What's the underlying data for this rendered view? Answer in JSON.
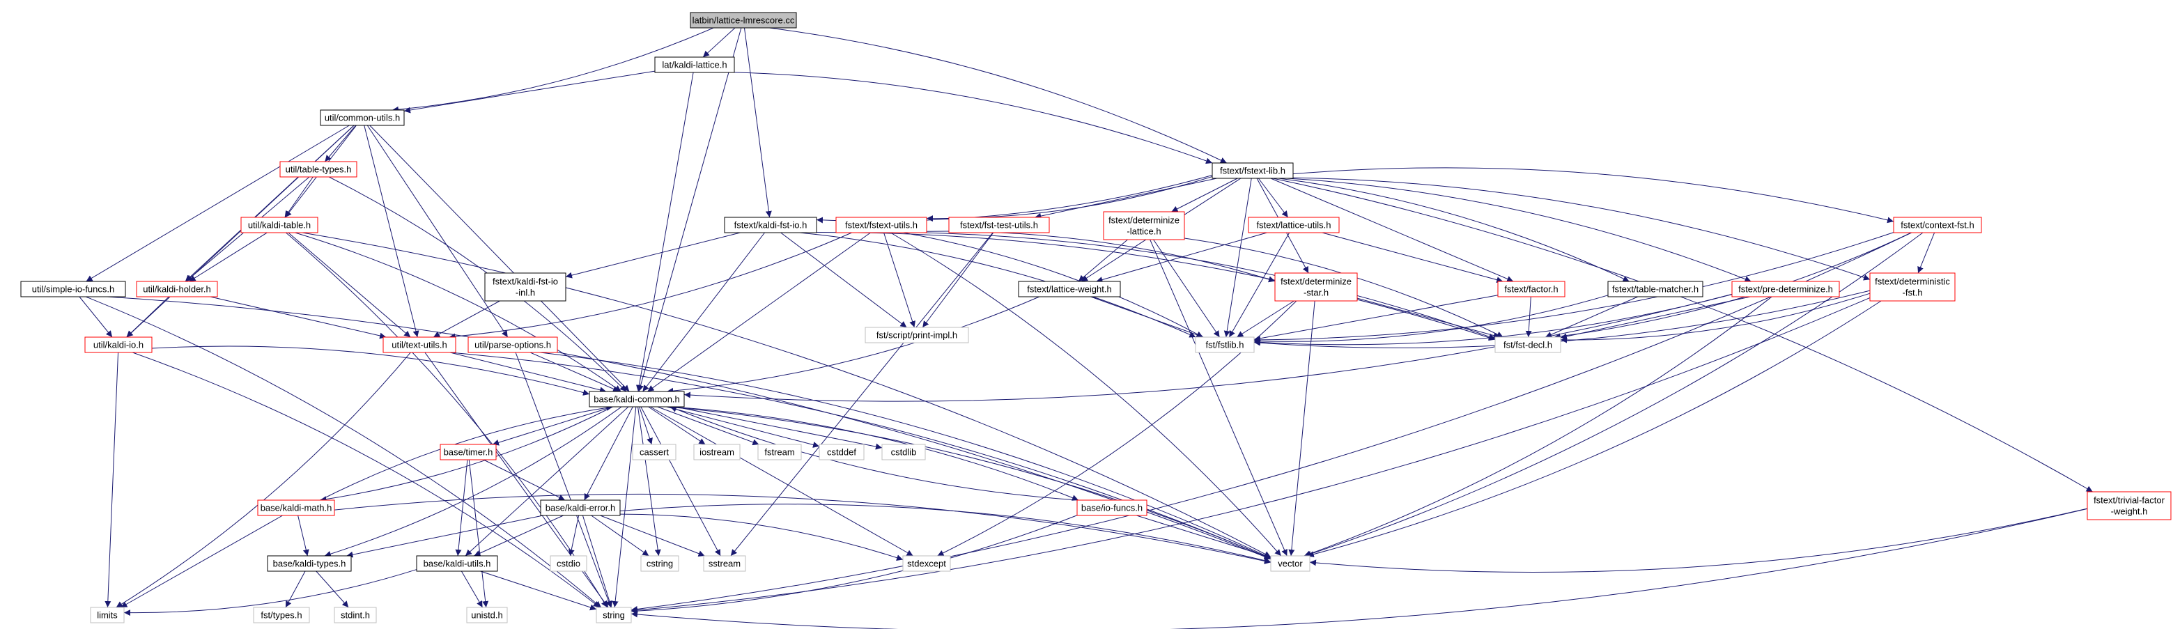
{
  "graph": {
    "nodes": [
      {
        "id": "root",
        "label": "latbin/lattice-lmrescore.cc",
        "style": "root"
      },
      {
        "id": "kaldi_lattice",
        "label": "lat/kaldi-lattice.h",
        "style": "black"
      },
      {
        "id": "common_utils",
        "label": "util/common-utils.h",
        "style": "black"
      },
      {
        "id": "fstext_lib",
        "label": "fstext/fstext-lib.h",
        "style": "black"
      },
      {
        "id": "table_types",
        "label": "util/table-types.h",
        "style": "red"
      },
      {
        "id": "kaldi_table",
        "label": "util/kaldi-table.h",
        "style": "red"
      },
      {
        "id": "kaldi_fst_io",
        "label": "fstext/kaldi-fst-io.h",
        "style": "black"
      },
      {
        "id": "fstext_utils",
        "label": "fstext/fstext-utils.h",
        "style": "red"
      },
      {
        "id": "fst_test_utils",
        "label": "fstext/fst-test-utils.h",
        "style": "red"
      },
      {
        "id": "determinize_lattice",
        "label": "fstext/determinize\n-lattice.h",
        "style": "red"
      },
      {
        "id": "lattice_utils",
        "label": "fstext/lattice-utils.h",
        "style": "red"
      },
      {
        "id": "context_fst",
        "label": "fstext/context-fst.h",
        "style": "red"
      },
      {
        "id": "simple_io",
        "label": "util/simple-io-funcs.h",
        "style": "black"
      },
      {
        "id": "kaldi_holder",
        "label": "util/kaldi-holder.h",
        "style": "red"
      },
      {
        "id": "kaldi_fst_io_inl",
        "label": "fstext/kaldi-fst-io\n-inl.h",
        "style": "black"
      },
      {
        "id": "lattice_weight",
        "label": "fstext/lattice-weight.h",
        "style": "black"
      },
      {
        "id": "determinize_star",
        "label": "fstext/determinize\n-star.h",
        "style": "red"
      },
      {
        "id": "factor",
        "label": "fstext/factor.h",
        "style": "red"
      },
      {
        "id": "table_matcher",
        "label": "fstext/table-matcher.h",
        "style": "black"
      },
      {
        "id": "pre_determinize",
        "label": "fstext/pre-determinize.h",
        "style": "red"
      },
      {
        "id": "deterministic_fst",
        "label": "fstext/deterministic\n-fst.h",
        "style": "red"
      },
      {
        "id": "print_impl",
        "label": "fst/script/print-impl.h",
        "style": "gray"
      },
      {
        "id": "kaldi_io",
        "label": "util/kaldi-io.h",
        "style": "red"
      },
      {
        "id": "text_utils",
        "label": "util/text-utils.h",
        "style": "red"
      },
      {
        "id": "parse_options",
        "label": "util/parse-options.h",
        "style": "red"
      },
      {
        "id": "fstlib",
        "label": "fst/fstlib.h",
        "style": "gray"
      },
      {
        "id": "fst_decl",
        "label": "fst/fst-decl.h",
        "style": "gray"
      },
      {
        "id": "kaldi_common",
        "label": "base/kaldi-common.h",
        "style": "black"
      },
      {
        "id": "timer",
        "label": "base/timer.h",
        "style": "red"
      },
      {
        "id": "cassert",
        "label": "cassert",
        "style": "gray"
      },
      {
        "id": "iostream",
        "label": "iostream",
        "style": "gray"
      },
      {
        "id": "fstream",
        "label": "fstream",
        "style": "gray"
      },
      {
        "id": "cstddef",
        "label": "cstddef",
        "style": "gray"
      },
      {
        "id": "cstdlib",
        "label": "cstdlib",
        "style": "gray"
      },
      {
        "id": "kaldi_math",
        "label": "base/kaldi-math.h",
        "style": "red"
      },
      {
        "id": "kaldi_error",
        "label": "base/kaldi-error.h",
        "style": "black"
      },
      {
        "id": "io_funcs",
        "label": "base/io-funcs.h",
        "style": "red"
      },
      {
        "id": "trivial_factor",
        "label": "fstext/trivial-factor\n-weight.h",
        "style": "red"
      },
      {
        "id": "kaldi_types",
        "label": "base/kaldi-types.h",
        "style": "black"
      },
      {
        "id": "kaldi_utils",
        "label": "base/kaldi-utils.h",
        "style": "black"
      },
      {
        "id": "cstdio",
        "label": "cstdio",
        "style": "gray"
      },
      {
        "id": "cstring",
        "label": "cstring",
        "style": "gray"
      },
      {
        "id": "sstream",
        "label": "sstream",
        "style": "gray"
      },
      {
        "id": "stdexcept",
        "label": "stdexcept",
        "style": "gray"
      },
      {
        "id": "vector",
        "label": "vector",
        "style": "gray"
      },
      {
        "id": "limits",
        "label": "limits",
        "style": "gray"
      },
      {
        "id": "fst_types",
        "label": "fst/types.h",
        "style": "gray"
      },
      {
        "id": "stdint",
        "label": "stdint.h",
        "style": "gray"
      },
      {
        "id": "unistd",
        "label": "unistd.h",
        "style": "gray"
      },
      {
        "id": "string",
        "label": "string",
        "style": "gray"
      }
    ],
    "edges": [
      [
        "root",
        "kaldi_lattice"
      ],
      [
        "root",
        "common_utils"
      ],
      [
        "root",
        "fstext_lib"
      ],
      [
        "root",
        "kaldi_fst_io"
      ],
      [
        "root",
        "kaldi_common"
      ],
      [
        "kaldi_lattice",
        "common_utils"
      ],
      [
        "kaldi_lattice",
        "fstext_lib"
      ],
      [
        "kaldi_lattice",
        "kaldi_common"
      ],
      [
        "common_utils",
        "table_types"
      ],
      [
        "common_utils",
        "kaldi_table"
      ],
      [
        "common_utils",
        "kaldi_holder"
      ],
      [
        "common_utils",
        "simple_io"
      ],
      [
        "common_utils",
        "kaldi_io"
      ],
      [
        "common_utils",
        "text_utils"
      ],
      [
        "common_utils",
        "parse_options"
      ],
      [
        "common_utils",
        "kaldi_common"
      ],
      [
        "table_types",
        "kaldi_table"
      ],
      [
        "table_types",
        "kaldi_holder"
      ],
      [
        "table_types",
        "kaldi_common"
      ],
      [
        "kaldi_table",
        "kaldi_holder"
      ],
      [
        "kaldi_table",
        "text_utils"
      ],
      [
        "kaldi_table",
        "kaldi_common"
      ],
      [
        "kaldi_table",
        "string"
      ],
      [
        "kaldi_table",
        "vector"
      ],
      [
        "kaldi_holder",
        "kaldi_io"
      ],
      [
        "kaldi_holder",
        "text_utils"
      ],
      [
        "simple_io",
        "kaldi_io"
      ],
      [
        "simple_io",
        "string"
      ],
      [
        "simple_io",
        "vector"
      ],
      [
        "kaldi_io",
        "kaldi_common"
      ],
      [
        "kaldi_io",
        "limits"
      ],
      [
        "kaldi_io",
        "string"
      ],
      [
        "text_utils",
        "kaldi_common"
      ],
      [
        "text_utils",
        "limits"
      ],
      [
        "text_utils",
        "string"
      ],
      [
        "text_utils",
        "vector"
      ],
      [
        "parse_options",
        "kaldi_common"
      ],
      [
        "parse_options",
        "string"
      ],
      [
        "parse_options",
        "vector"
      ],
      [
        "fstext_lib",
        "fstlib"
      ],
      [
        "fstext_lib",
        "kaldi_fst_io"
      ],
      [
        "fstext_lib",
        "fstext_utils"
      ],
      [
        "fstext_lib",
        "fst_test_utils"
      ],
      [
        "fstext_lib",
        "determinize_lattice"
      ],
      [
        "fstext_lib",
        "lattice_utils"
      ],
      [
        "fstext_lib",
        "context_fst"
      ],
      [
        "fstext_lib",
        "trivial_factor"
      ],
      [
        "fstext_lib",
        "lattice_weight"
      ],
      [
        "fstext_lib",
        "determinize_star"
      ],
      [
        "fstext_lib",
        "factor"
      ],
      [
        "fstext_lib",
        "table_matcher"
      ],
      [
        "fstext_lib",
        "pre_determinize"
      ],
      [
        "fstext_lib",
        "deterministic_fst"
      ],
      [
        "kaldi_fst_io",
        "kaldi_fst_io_inl"
      ],
      [
        "kaldi_fst_io",
        "fstlib"
      ],
      [
        "kaldi_fst_io",
        "print_impl"
      ],
      [
        "kaldi_fst_io",
        "kaldi_common"
      ],
      [
        "kaldi_fst_io",
        "fst_decl"
      ],
      [
        "kaldi_fst_io_inl",
        "text_utils"
      ],
      [
        "fstext_utils",
        "print_impl"
      ],
      [
        "fstext_utils",
        "fstlib"
      ],
      [
        "fstext_utils",
        "text_utils"
      ],
      [
        "fstext_utils",
        "kaldi_common"
      ],
      [
        "fstext_utils",
        "determinize_star"
      ],
      [
        "fstext_utils",
        "fst_decl"
      ],
      [
        "fstext_utils",
        "vector"
      ],
      [
        "fst_test_utils",
        "print_impl"
      ],
      [
        "fst_test_utils",
        "sstream"
      ],
      [
        "determinize_lattice",
        "lattice_weight"
      ],
      [
        "determinize_lattice",
        "fstlib"
      ],
      [
        "determinize_lattice",
        "vector"
      ],
      [
        "determinize_lattice",
        "fst_decl"
      ],
      [
        "lattice_utils",
        "lattice_weight"
      ],
      [
        "lattice_utils",
        "fstlib"
      ],
      [
        "lattice_utils",
        "factor"
      ],
      [
        "lattice_weight",
        "fstlib"
      ],
      [
        "lattice_weight",
        "kaldi_common"
      ],
      [
        "determinize_star",
        "fstlib"
      ],
      [
        "determinize_star",
        "vector"
      ],
      [
        "determinize_star",
        "stdexcept"
      ],
      [
        "determinize_star",
        "fst_decl"
      ],
      [
        "factor",
        "fstlib"
      ],
      [
        "factor",
        "fst_decl"
      ],
      [
        "table_matcher",
        "fstlib"
      ],
      [
        "table_matcher",
        "fst_decl"
      ],
      [
        "pre_determinize",
        "fstlib"
      ],
      [
        "pre_determinize",
        "kaldi_common"
      ],
      [
        "pre_determinize",
        "vector"
      ],
      [
        "pre_determinize",
        "fst_decl"
      ],
      [
        "context_fst",
        "deterministic_fst"
      ],
      [
        "context_fst",
        "fstlib"
      ],
      [
        "context_fst",
        "fst_decl"
      ],
      [
        "context_fst",
        "vector"
      ],
      [
        "context_fst",
        "string"
      ],
      [
        "deterministic_fst",
        "fstlib"
      ],
      [
        "deterministic_fst",
        "fst_decl"
      ],
      [
        "deterministic_fst",
        "vector"
      ],
      [
        "deterministic_fst",
        "string"
      ],
      [
        "trivial_factor",
        "vector"
      ],
      [
        "trivial_factor",
        "string"
      ],
      [
        "kaldi_common",
        "timer"
      ],
      [
        "kaldi_common",
        "cassert"
      ],
      [
        "kaldi_common",
        "iostream"
      ],
      [
        "kaldi_common",
        "fstream"
      ],
      [
        "kaldi_common",
        "cstddef"
      ],
      [
        "kaldi_common",
        "cstdlib"
      ],
      [
        "kaldi_common",
        "kaldi_math"
      ],
      [
        "kaldi_common",
        "kaldi_error"
      ],
      [
        "kaldi_common",
        "io_funcs"
      ],
      [
        "kaldi_common",
        "kaldi_types"
      ],
      [
        "kaldi_common",
        "kaldi_utils"
      ],
      [
        "kaldi_common",
        "cstring"
      ],
      [
        "kaldi_common",
        "sstream"
      ],
      [
        "kaldi_common",
        "stdexcept"
      ],
      [
        "kaldi_common",
        "vector"
      ],
      [
        "kaldi_common",
        "string"
      ],
      [
        "timer",
        "kaldi_error"
      ],
      [
        "timer",
        "kaldi_utils"
      ],
      [
        "timer",
        "unistd"
      ],
      [
        "kaldi_math",
        "kaldi_common"
      ],
      [
        "kaldi_math",
        "kaldi_types"
      ],
      [
        "kaldi_math",
        "limits"
      ],
      [
        "kaldi_math",
        "vector"
      ],
      [
        "kaldi_error",
        "kaldi_types"
      ],
      [
        "kaldi_error",
        "kaldi_utils"
      ],
      [
        "kaldi_error",
        "cstdio"
      ],
      [
        "kaldi_error",
        "cstring"
      ],
      [
        "kaldi_error",
        "sstream"
      ],
      [
        "kaldi_error",
        "stdexcept"
      ],
      [
        "kaldi_error",
        "string"
      ],
      [
        "kaldi_error",
        "vector"
      ],
      [
        "io_funcs",
        "kaldi_common"
      ],
      [
        "io_funcs",
        "vector"
      ],
      [
        "io_funcs",
        "string"
      ],
      [
        "kaldi_types",
        "fst_types"
      ],
      [
        "kaldi_types",
        "stdint"
      ],
      [
        "kaldi_utils",
        "limits"
      ],
      [
        "kaldi_utils",
        "unistd"
      ],
      [
        "kaldi_utils",
        "string"
      ]
    ]
  }
}
